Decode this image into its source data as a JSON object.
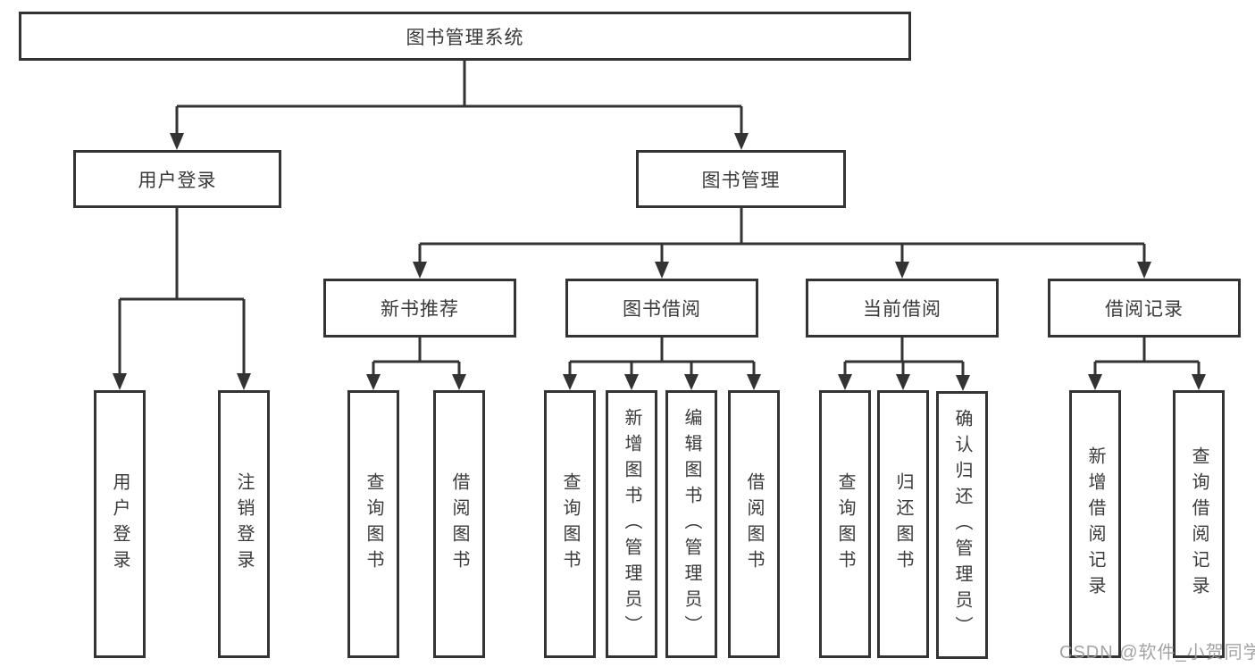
{
  "watermark": {
    "text": "CSDN @软件_小贺同学"
  },
  "colors": {
    "line": "#333333",
    "box_border": "#333333",
    "text": "#3a3a3a",
    "watermark": "#9c9c9c",
    "background": "#ffffff"
  },
  "nodes": {
    "root": {
      "label": "图书管理系统"
    },
    "level2": [
      {
        "label": "用户登录"
      },
      {
        "label": "图书管理"
      }
    ],
    "level3": [
      {
        "label": "新书推荐"
      },
      {
        "label": "图书借阅"
      },
      {
        "label": "当前借阅"
      },
      {
        "label": "借阅记录"
      }
    ],
    "leaves": [
      {
        "label": "用户登录"
      },
      {
        "label": "注销登录"
      },
      {
        "label": "查询图书"
      },
      {
        "label": "借阅图书"
      },
      {
        "label": "查询图书"
      },
      {
        "label": "新增图书（管理员）"
      },
      {
        "label": "编辑图书（管理员）"
      },
      {
        "label": "借阅图书"
      },
      {
        "label": "查询图书"
      },
      {
        "label": "归还图书"
      },
      {
        "label": "确认归还（管理员）"
      },
      {
        "label": "新增借阅记录"
      },
      {
        "label": "查询借阅记录"
      }
    ]
  }
}
